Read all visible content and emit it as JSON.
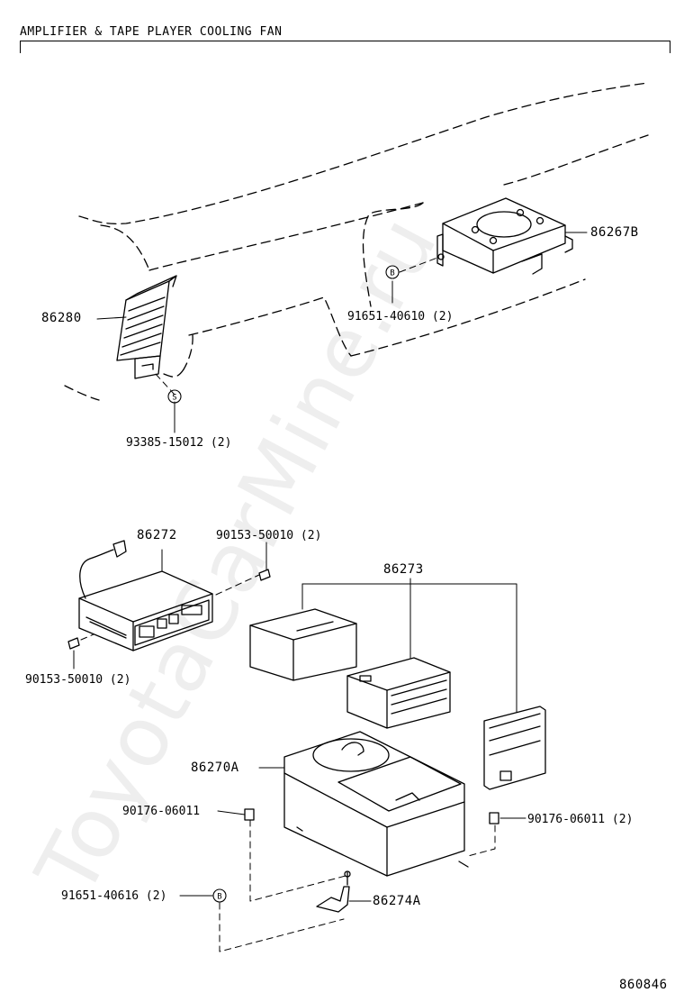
{
  "header": {
    "title": "AMPLIFIER & TAPE PLAYER COOLING FAN"
  },
  "watermark": "ToyotaCarMine.ru",
  "figure_number": "860846",
  "parts": {
    "p86267B": "86267B",
    "p91651_40610": "91651-40610 (2)",
    "p86280": "86280",
    "p93385_15012": "93385-15012 (2)",
    "p86272": "86272",
    "p90153_a": "90153-50010 (2)",
    "p90153_b": "90153-50010 (2)",
    "p86273": "86273",
    "p86270A": "86270A",
    "p90176_a": "90176-06011",
    "p90176_b": "90176-06011 (2)",
    "p91651_40616": "91651-40616 (2)",
    "p86274A": "86274A"
  },
  "symbols": {
    "b_mark": "B",
    "s_mark": "S"
  }
}
